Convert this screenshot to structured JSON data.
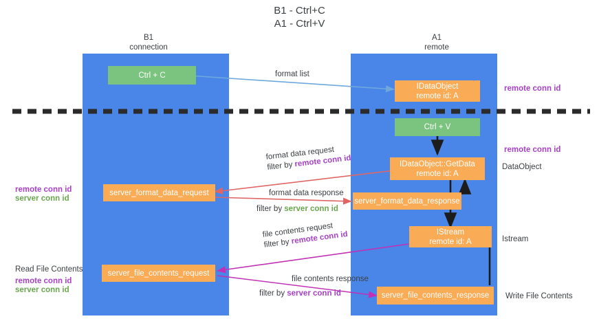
{
  "title": {
    "line1": "B1 - Ctrl+C",
    "line2": "A1 - Ctrl+V"
  },
  "lanes": [
    {
      "id": "b1",
      "header_line1": "B1",
      "header_line2": "connection",
      "color": "#4a86e8"
    },
    {
      "id": "a1",
      "header_line1": "A1",
      "header_line2": "remote",
      "color": "#4a86e8"
    }
  ],
  "nodes": {
    "ctrl_c": {
      "line1": "Ctrl + C",
      "line2": ""
    },
    "idataobject": {
      "line1": "IDataObject",
      "line2": "remote id: A"
    },
    "ctrl_v": {
      "line1": "Ctrl + V",
      "line2": ""
    },
    "getdata": {
      "line1": "IDataObject::GetData",
      "line2": "remote id: A"
    },
    "server_format_request": {
      "line1": "server_format_data_request",
      "line2": ""
    },
    "server_format_response": {
      "line1": "server_format_data_response",
      "line2": ""
    },
    "istream": {
      "line1": "IStream",
      "line2": "remote id: A"
    },
    "server_file_request": {
      "line1": "server_file_contents_request",
      "line2": ""
    },
    "server_file_response": {
      "line1": "server_file_contents_response",
      "line2": ""
    }
  },
  "side_labels": {
    "remote_conn_id_1": "remote conn id",
    "remote_conn_id_2": "remote conn id",
    "dataobject": "DataObject",
    "left_remote_conn_id_1": "remote conn id",
    "left_server_conn_id_1": "server conn id",
    "istream": "Istream",
    "read_file_contents": "Read File Contents",
    "left_remote_conn_id_2": "remote conn id",
    "left_server_conn_id_2": "server conn id",
    "write_file_contents": "Write File Contents"
  },
  "edges": [
    {
      "id": "format-list",
      "text": "format list",
      "filter_prefix": "",
      "filter_key": "",
      "color": "#6fa8dc"
    },
    {
      "id": "format-data-request",
      "text": "format data request",
      "filter_prefix": "filter by ",
      "filter_key": "remote conn id",
      "color": "#e06666"
    },
    {
      "id": "format-data-response",
      "text": "format data response",
      "filter_prefix": "filter by ",
      "filter_key": "server conn id",
      "color": "#e06666"
    },
    {
      "id": "file-contents-request",
      "text": "file contents request",
      "filter_prefix": "filter by ",
      "filter_key": "remote conn id",
      "color": "#c031b5"
    },
    {
      "id": "file-contents-response",
      "text": "file contents response",
      "filter_prefix": "filter by ",
      "filter_key": "server conn id",
      "color": "#c031b5"
    }
  ],
  "colors": {
    "lane": "#4a86e8",
    "node_orange": "#f9ab55",
    "node_green": "#7bc47f",
    "purple": "#a742c6",
    "green": "#6aa84f",
    "divider": "#2b2b2b",
    "text": "#3c4043"
  }
}
